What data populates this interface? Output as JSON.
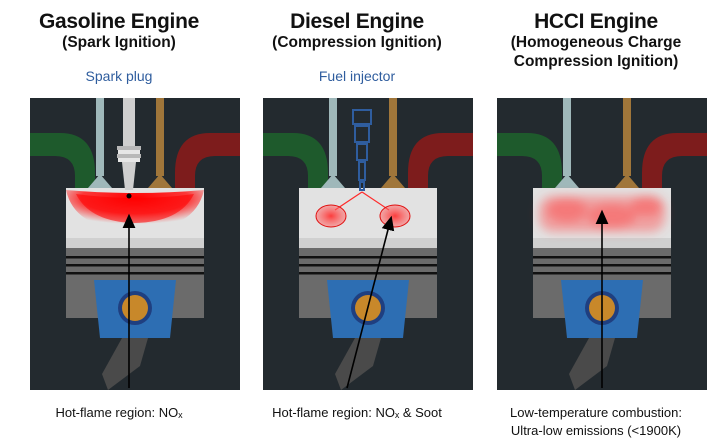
{
  "colors": {
    "block": "#232a2f",
    "intake": "#1e5a2c",
    "exhaust": "#7d1c1c",
    "valve_intake": "#9fb8ba",
    "valve_exhaust": "#a0763a",
    "chamber": "#e2e2e2",
    "piston": "#6b6b6b",
    "pin_boss": "#2d6eb3",
    "pin": "#c8882a",
    "flame": "#ff1a1a",
    "label_blue": "#2f5d9e"
  },
  "panels": [
    {
      "title": "Gasoline Engine",
      "subtitle_lines": [
        "(Spark Ignition)"
      ],
      "part_label": "Spark plug",
      "caption_lines": [
        "Hot-flame region: NOₓ"
      ],
      "ignition": "spark-plug"
    },
    {
      "title": "Diesel Engine",
      "subtitle_lines": [
        "(Compression Ignition)"
      ],
      "part_label": "Fuel injector",
      "caption_lines": [
        "Hot-flame region: NOₓ & Soot"
      ],
      "ignition": "fuel-injector"
    },
    {
      "title": "HCCI Engine",
      "subtitle_lines": [
        "(Homogeneous Charge",
        "Compression Ignition)"
      ],
      "part_label": "",
      "caption_lines": [
        "Low-temperature combustion:",
        "Ultra-low emissions (<1900K)"
      ],
      "ignition": "none"
    }
  ]
}
